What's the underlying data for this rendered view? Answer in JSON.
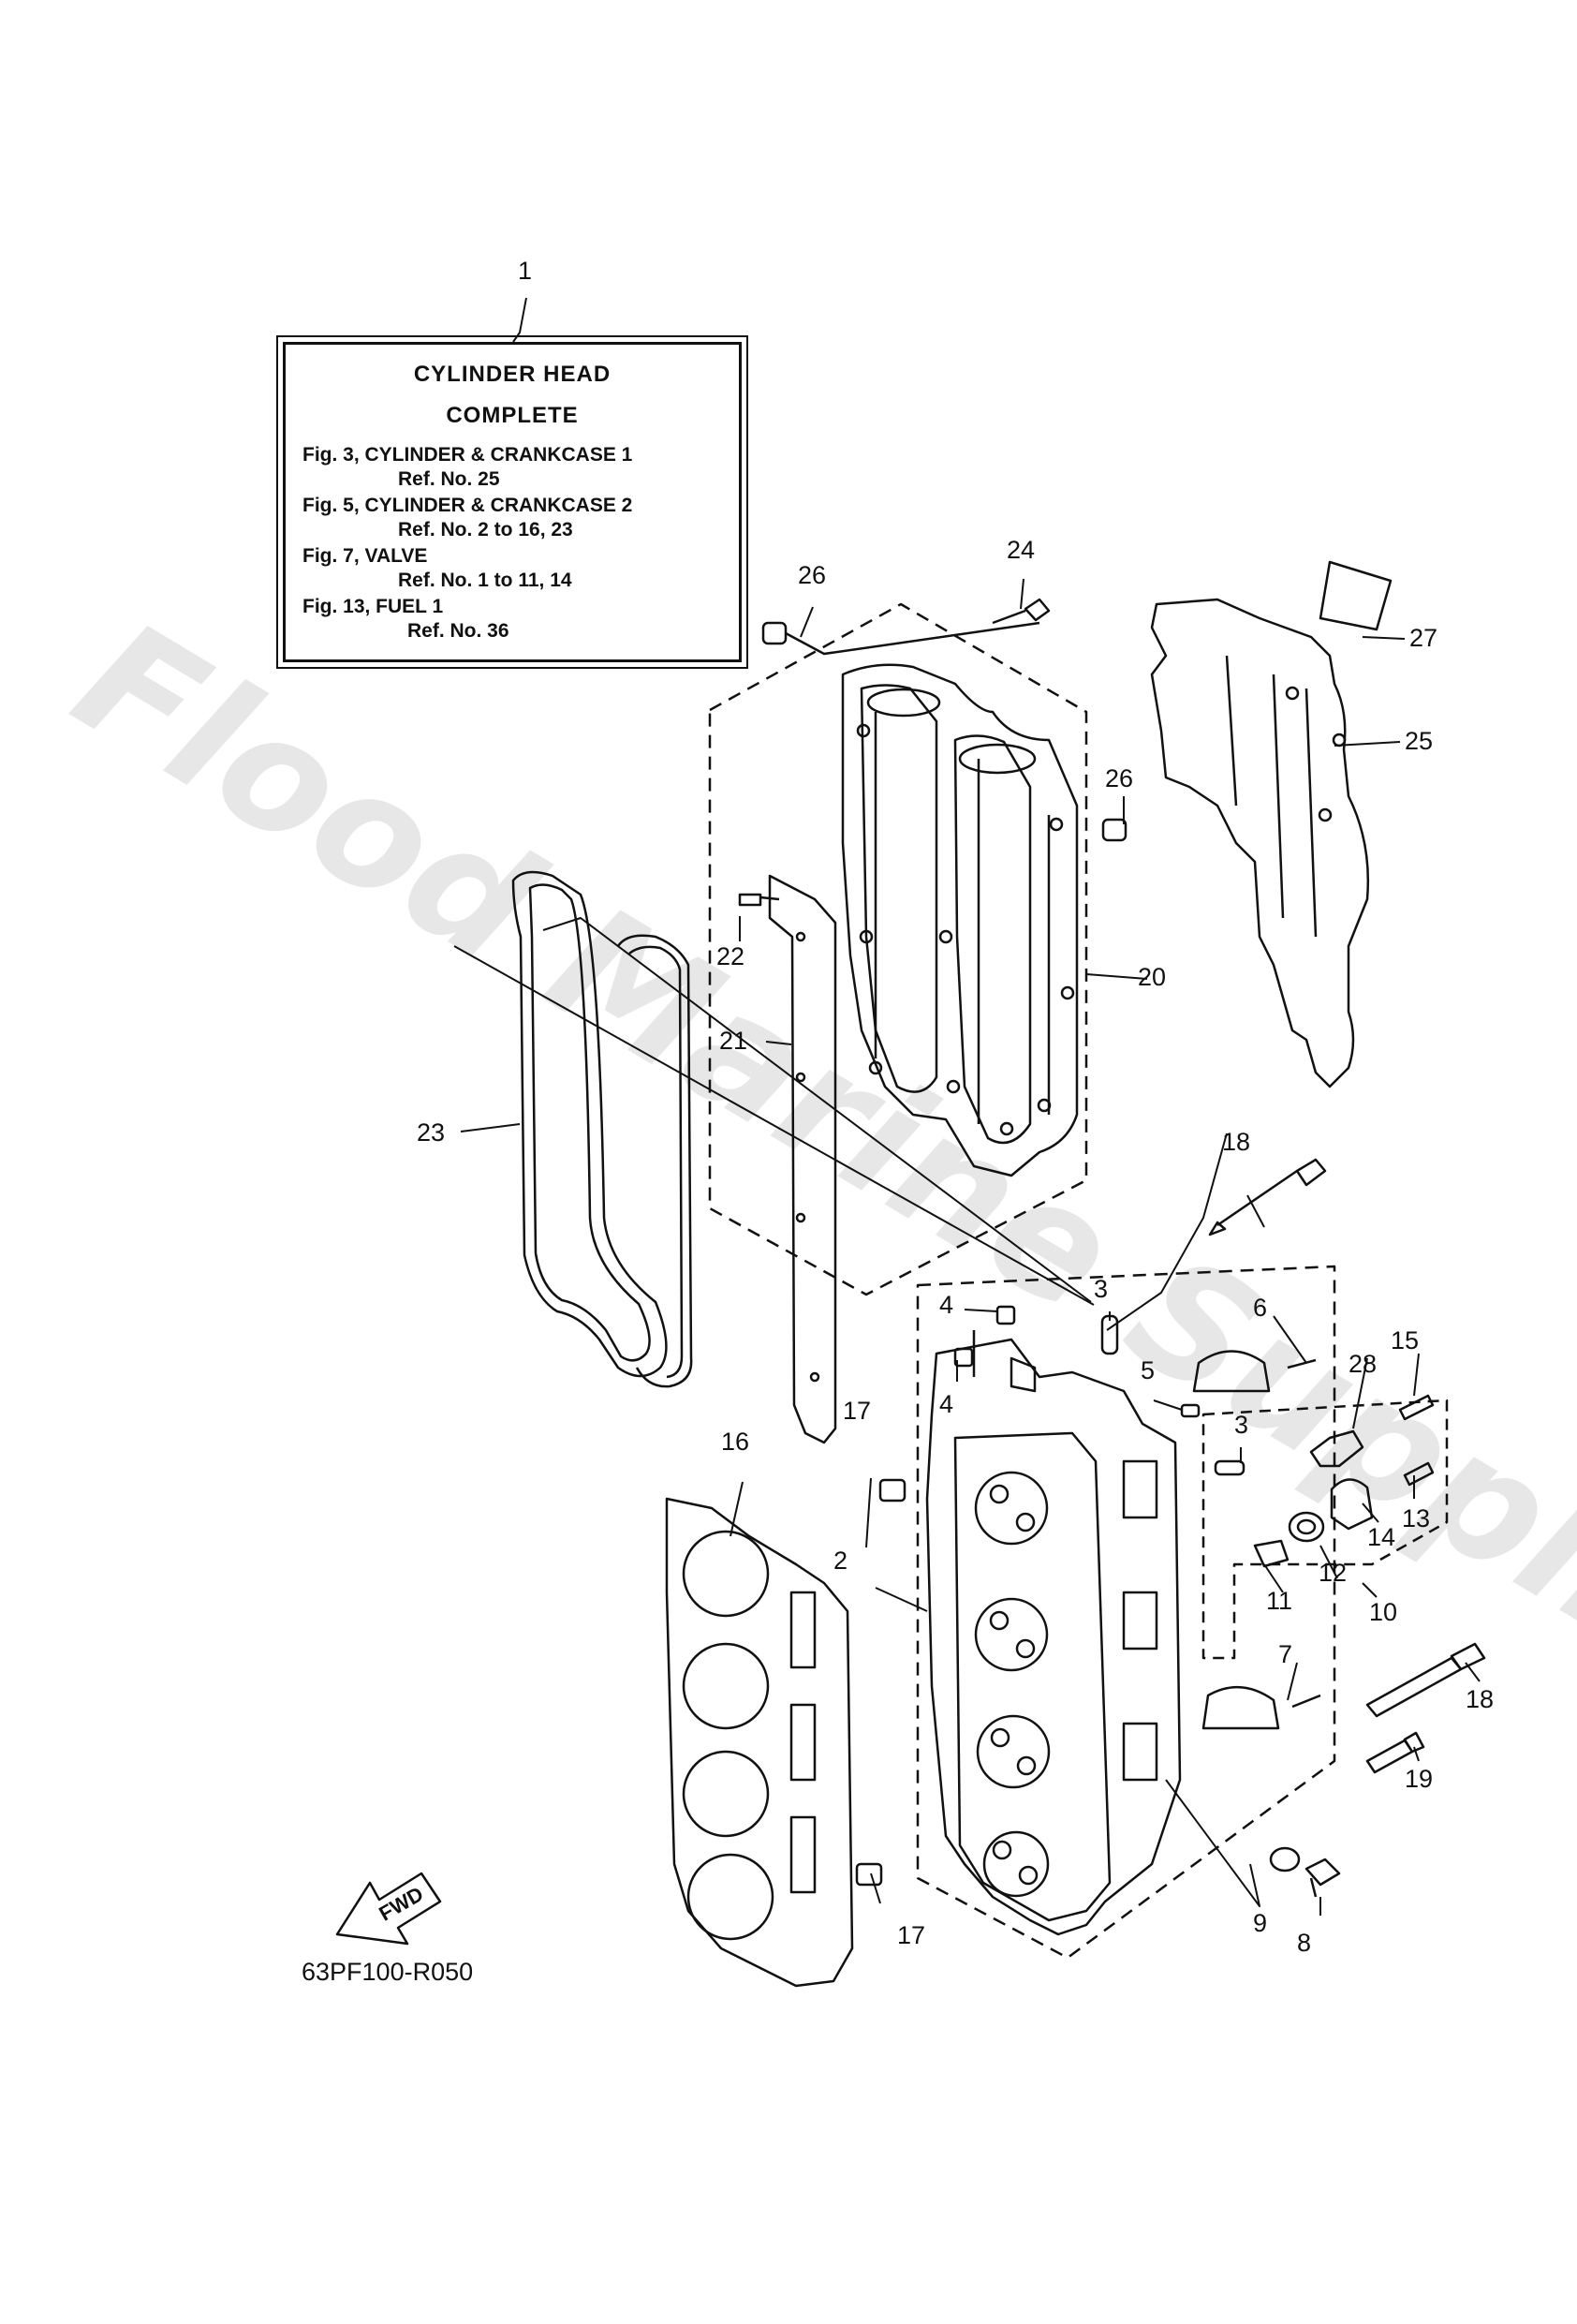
{
  "reference_box": {
    "title_line1": "CYLINDER HEAD",
    "title_line2": "COMPLETE",
    "refs": [
      {
        "fig": "Fig. 3, CYLINDER & CRANKCASE 1",
        "ref": "Ref. No. 25"
      },
      {
        "fig": "Fig. 5, CYLINDER & CRANKCASE 2",
        "ref": "Ref. No. 2 to 16, 23"
      },
      {
        "fig": "Fig. 7, VALVE",
        "ref": "Ref. No. 1 to 11, 14"
      },
      {
        "fig": "Fig. 13, FUEL 1",
        "ref": "Ref. No. 36"
      }
    ]
  },
  "callouts": {
    "c1": "1",
    "c2": "2",
    "c3a": "3",
    "c3b": "3",
    "c4a": "4",
    "c4b": "4",
    "c5": "5",
    "c6": "6",
    "c7": "7",
    "c8": "8",
    "c9": "9",
    "c10": "10",
    "c11": "11",
    "c12": "12",
    "c13": "13",
    "c14": "14",
    "c15": "15",
    "c16": "16",
    "c17a": "17",
    "c17b": "17",
    "c18a": "18",
    "c18b": "18",
    "c19": "19",
    "c20": "20",
    "c21": "21",
    "c22": "22",
    "c23": "23",
    "c24": "24",
    "c25": "25",
    "c26a": "26",
    "c26b": "26",
    "c27": "27",
    "c28": "28"
  },
  "fwd_arrow": "FWD",
  "diagram_code": "63PF100-R050",
  "watermark": "Flood Marine Supplies"
}
